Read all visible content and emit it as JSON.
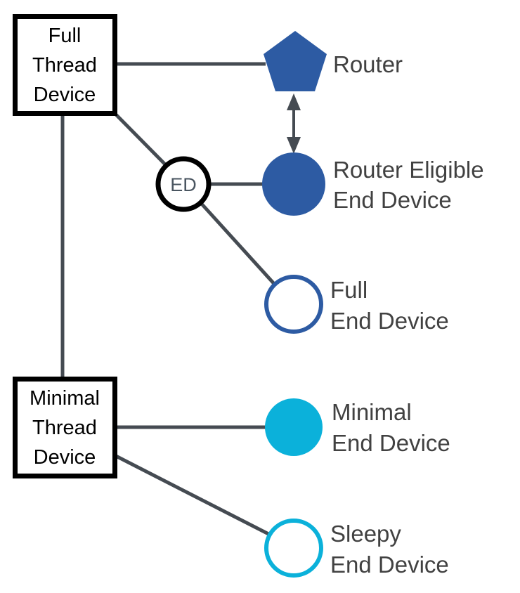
{
  "diagram": {
    "type": "thread-device-taxonomy",
    "background": "#ffffff",
    "colors": {
      "blue": "#2d5ba3",
      "cyan": "#0bb1da",
      "connector_gray": "#454b52",
      "label_gray": "#414141",
      "box_border": "#000000",
      "box_fill": "#ffffff"
    },
    "boxes": [
      {
        "id": "full-thread-device",
        "line1": "Full",
        "line2": "Thread",
        "line3": "Device"
      },
      {
        "id": "minimal-thread-device",
        "line1": "Minimal",
        "line2": "Thread",
        "line3": "Device"
      }
    ],
    "ed_node": {
      "id": "end-device-node",
      "label": "ED"
    },
    "legend": [
      {
        "id": "router",
        "shape": "pentagon",
        "fill": "#2d5ba3",
        "line1": "Router",
        "line2": ""
      },
      {
        "id": "router-eligible-end-device",
        "shape": "filled-circle",
        "fill": "#2d5ba3",
        "line1": "Router Eligible",
        "line2": "End Device"
      },
      {
        "id": "full-end-device",
        "shape": "outline-circle",
        "fill": "#ffffff",
        "stroke": "#2d5ba3",
        "line1": "Full",
        "line2": "End Device"
      },
      {
        "id": "minimal-end-device",
        "shape": "filled-circle",
        "fill": "#0bb1da",
        "line1": "Minimal",
        "line2": "End Device"
      },
      {
        "id": "sleepy-end-device",
        "shape": "outline-circle",
        "fill": "#ffffff",
        "stroke": "#0bb1da",
        "line1": "Sleepy",
        "line2": "End Device"
      }
    ],
    "connections": [
      {
        "id": "ftd-to-router",
        "from": "full-thread-device",
        "to": "router",
        "style": "line"
      },
      {
        "id": "ftd-to-ed",
        "from": "full-thread-device",
        "to": "end-device-node",
        "style": "line"
      },
      {
        "id": "ftd-to-mtd",
        "from": "full-thread-device",
        "to": "minimal-thread-device",
        "style": "line"
      },
      {
        "id": "ed-to-reed",
        "from": "end-device-node",
        "to": "router-eligible-end-device",
        "style": "line"
      },
      {
        "id": "ed-to-fed",
        "from": "end-device-node",
        "to": "full-end-device",
        "style": "line"
      },
      {
        "id": "mtd-to-med",
        "from": "minimal-thread-device",
        "to": "minimal-end-device",
        "style": "line"
      },
      {
        "id": "mtd-to-sed",
        "from": "minimal-thread-device",
        "to": "sleepy-end-device",
        "style": "line"
      },
      {
        "id": "router-reed-bidirectional",
        "from": "router",
        "to": "router-eligible-end-device",
        "style": "double-arrow"
      }
    ]
  }
}
